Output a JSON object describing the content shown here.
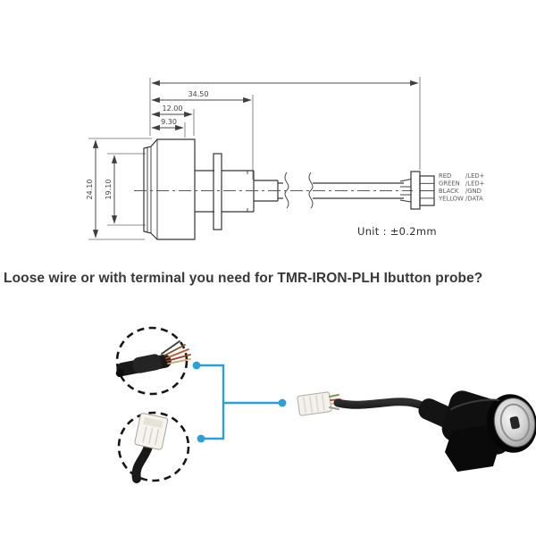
{
  "drawing": {
    "dimensions": {
      "total_length": "34.50",
      "head_length": "12.00",
      "front_length": "9.30",
      "outer_diameter": "24.10",
      "inner_diameter": "19.10"
    },
    "wires": [
      {
        "color": "RED",
        "signal": "/LED+"
      },
      {
        "color": "GREEN",
        "signal": "/LED+"
      },
      {
        "color": "BLACK",
        "signal": "/GND"
      },
      {
        "color": "YELLOW",
        "signal": "/DATA"
      }
    ],
    "unit_note": "Unit : ±0.2mm"
  },
  "headline": "Loose wire or with terminal you need for TMR-IRON-PLH Ibutton probe?",
  "colors": {
    "accent_blue": "#2B9FD9",
    "drawing_line": "#3F3F3F",
    "headline_text": "#383838"
  }
}
